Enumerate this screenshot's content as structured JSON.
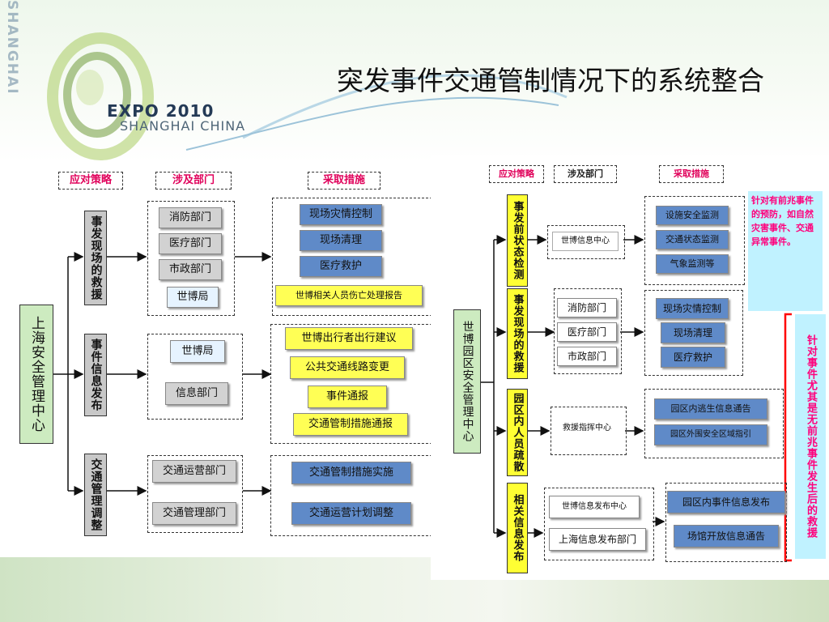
{
  "title": "突发事件交通管制情况下的系统整合",
  "banner": {
    "side_text": "SHANGHAI SHANGHAI",
    "expo_line1": "EXPO 2010",
    "expo_line2": "SHANGHAI CHINA"
  },
  "left_diagram": {
    "headers": [
      "应对策略",
      "涉及部门",
      "采取措施"
    ],
    "root": "上海安全管理中心",
    "branches": [
      {
        "strategy": "事发现场的救援",
        "departments": [
          "消防部门",
          "医疗部门",
          "市政部门",
          "世博局"
        ],
        "measures": [
          "现场灾情控制",
          "现场清理",
          "医疗救护",
          "世博相关人员伤亡处理报告"
        ]
      },
      {
        "strategy": "事件信息发布",
        "departments": [
          "世博局",
          "信息部门"
        ],
        "measures": [
          "世博出行者出行建议",
          "公共交通线路变更",
          "事件通报",
          "交通管制措施通报"
        ]
      },
      {
        "strategy": "交通管理调整",
        "departments": [
          "交通运营部门",
          "交通管理部门"
        ],
        "measures": [
          "交通管制措施实施",
          "交通运营计划调整"
        ]
      }
    ]
  },
  "right_diagram": {
    "headers": [
      "应对策略",
      "涉及部门",
      "采取措施"
    ],
    "root": "世博园区安全管理中心",
    "branches": [
      {
        "strategy": "事发前状态检测",
        "departments": [
          "世博信息中心"
        ],
        "measures": [
          "设施安全监测",
          "交通状态监测",
          "气象监测等"
        ]
      },
      {
        "strategy": "事发现场的救援",
        "departments": [
          "消防部门",
          "医疗部门",
          "市政部门"
        ],
        "measures": [
          "现场灾情控制",
          "现场清理",
          "医疗救护"
        ]
      },
      {
        "strategy": "园区内人员疏散",
        "departments": [
          "救援指挥中心"
        ],
        "measures": [
          "园区内逃生信息通告",
          "园区外围安全区域指引"
        ]
      },
      {
        "strategy": "相关信息发布",
        "departments": [
          "世博信息发布中心",
          "上海信息发布部门"
        ],
        "measures": [
          "园区内事件信息发布",
          "场馆开放信息通告"
        ]
      }
    ],
    "note_top": "针对有前兆事件的预防，如自然灾害事件、交通异常事件。",
    "note_side": "针对事件尤其是无前兆事件发生后的救援"
  },
  "colors": {
    "header_text": "#e0005a",
    "blue_button": "#5f8ac8",
    "gray_button": "#d2d2d2",
    "yellow": "#ffff33",
    "green_root": "#cdebc0",
    "note_bg": "#c0f2ff",
    "note_text": "#ff007c",
    "bracket": "#ff0000"
  }
}
